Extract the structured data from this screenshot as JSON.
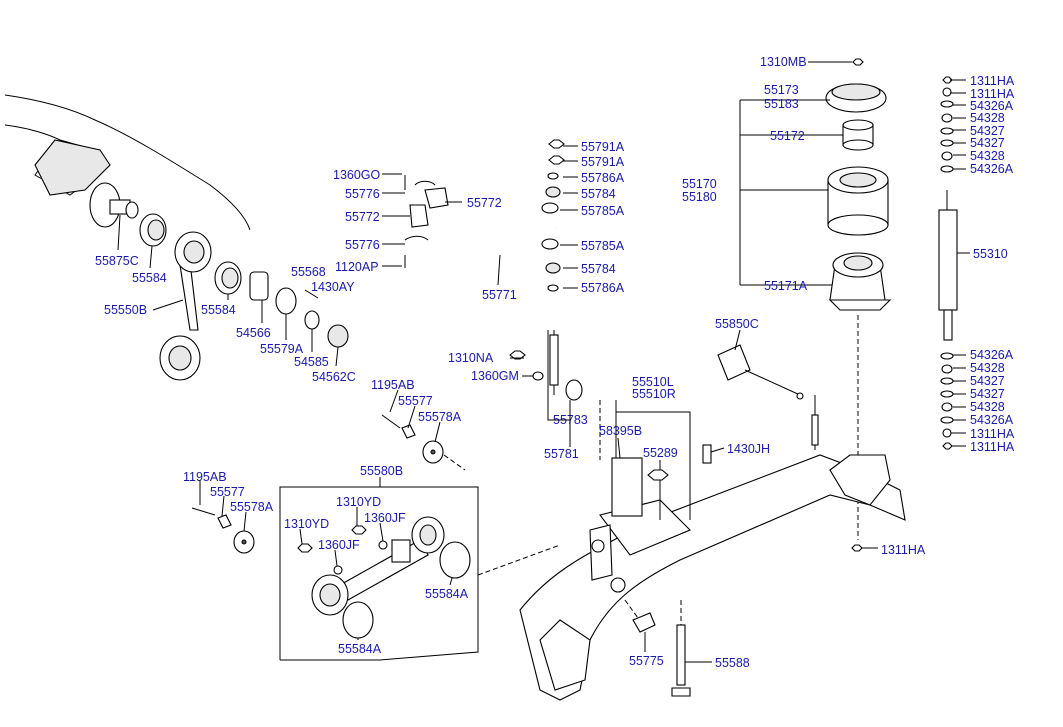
{
  "part_labels": [
    {
      "id": "p01",
      "text": "55875C"
    },
    {
      "id": "p02",
      "text": "55584"
    },
    {
      "id": "p03",
      "text": "55550B"
    },
    {
      "id": "p04",
      "text": "55584"
    },
    {
      "id": "p05",
      "text": "54566"
    },
    {
      "id": "p06",
      "text": "55579A"
    },
    {
      "id": "p07",
      "text": "54585"
    },
    {
      "id": "p08",
      "text": "54562C"
    },
    {
      "id": "p09",
      "text": "55568"
    },
    {
      "id": "p10",
      "text": "1430AY"
    },
    {
      "id": "p11",
      "text": "1360GO"
    },
    {
      "id": "p12",
      "text": "55776"
    },
    {
      "id": "p13",
      "text": "55772"
    },
    {
      "id": "p14",
      "text": "55772"
    },
    {
      "id": "p15",
      "text": "55776"
    },
    {
      "id": "p16",
      "text": "1120AP"
    },
    {
      "id": "p17",
      "text": "55771"
    },
    {
      "id": "p18",
      "text": "55791A"
    },
    {
      "id": "p19",
      "text": "55791A"
    },
    {
      "id": "p20",
      "text": "55786A"
    },
    {
      "id": "p21",
      "text": "55784"
    },
    {
      "id": "p22",
      "text": "55785A"
    },
    {
      "id": "p23",
      "text": "55785A"
    },
    {
      "id": "p24",
      "text": "55784"
    },
    {
      "id": "p25",
      "text": "55786A"
    },
    {
      "id": "p26",
      "text": "1310MB"
    },
    {
      "id": "p27",
      "text": "55173"
    },
    {
      "id": "p28",
      "text": "55183"
    },
    {
      "id": "p29",
      "text": "55172"
    },
    {
      "id": "p30",
      "text": "55170"
    },
    {
      "id": "p31",
      "text": "55180"
    },
    {
      "id": "p32",
      "text": "55171A"
    },
    {
      "id": "p33",
      "text": "1311HA"
    },
    {
      "id": "p34",
      "text": "1311HA"
    },
    {
      "id": "p35",
      "text": "54326A"
    },
    {
      "id": "p36",
      "text": "54328"
    },
    {
      "id": "p37",
      "text": "54327"
    },
    {
      "id": "p38",
      "text": "54327"
    },
    {
      "id": "p39",
      "text": "54328"
    },
    {
      "id": "p40",
      "text": "54326A"
    },
    {
      "id": "p41",
      "text": "55310"
    },
    {
      "id": "p42",
      "text": "55850C"
    },
    {
      "id": "p43",
      "text": "54326A"
    },
    {
      "id": "p44",
      "text": "54328"
    },
    {
      "id": "p45",
      "text": "54327"
    },
    {
      "id": "p46",
      "text": "54327"
    },
    {
      "id": "p47",
      "text": "54328"
    },
    {
      "id": "p48",
      "text": "54326A"
    },
    {
      "id": "p49",
      "text": "1311HA"
    },
    {
      "id": "p50",
      "text": "1311HA"
    },
    {
      "id": "p51",
      "text": "1310NA"
    },
    {
      "id": "p52",
      "text": "1360GM"
    },
    {
      "id": "p53",
      "text": "55510L"
    },
    {
      "id": "p54",
      "text": "55510R"
    },
    {
      "id": "p55",
      "text": "1195AB"
    },
    {
      "id": "p56",
      "text": "55577"
    },
    {
      "id": "p57",
      "text": "55578A"
    },
    {
      "id": "p58",
      "text": "55783"
    },
    {
      "id": "p59",
      "text": "58395B"
    },
    {
      "id": "p60",
      "text": "55781"
    },
    {
      "id": "p61",
      "text": "55289"
    },
    {
      "id": "p62",
      "text": "1430JH"
    },
    {
      "id": "p63",
      "text": "55580B"
    },
    {
      "id": "p64",
      "text": "1195AB"
    },
    {
      "id": "p65",
      "text": "55577"
    },
    {
      "id": "p66",
      "text": "55578A"
    },
    {
      "id": "p67",
      "text": "1310YD"
    },
    {
      "id": "p68",
      "text": "1310YD"
    },
    {
      "id": "p69",
      "text": "1360JF"
    },
    {
      "id": "p70",
      "text": "1360JF"
    },
    {
      "id": "p71",
      "text": "55584A"
    },
    {
      "id": "p72",
      "text": "55584A"
    },
    {
      "id": "p73",
      "text": "1311HA"
    },
    {
      "id": "p74",
      "text": "55775"
    },
    {
      "id": "p75",
      "text": "55588"
    }
  ]
}
